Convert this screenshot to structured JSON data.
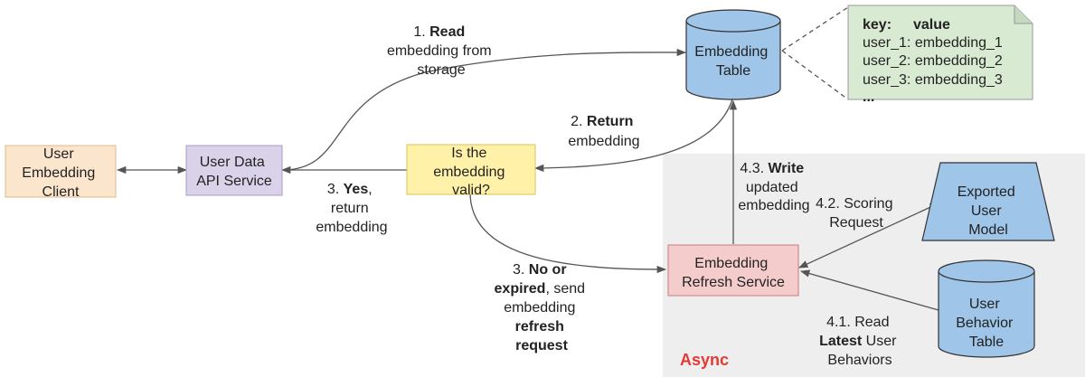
{
  "nodes": {
    "client": {
      "lines": [
        "User",
        "Embedding",
        "Client"
      ],
      "fill": "#fbe5cd",
      "stroke": "#e2b98a"
    },
    "api": {
      "lines": [
        "User Data",
        "API Service"
      ],
      "fill": "#d9d2e9",
      "stroke": "#a89ac8"
    },
    "valid": {
      "lines": [
        "Is the",
        "embedding",
        "valid?"
      ],
      "fill": "#fff2a8",
      "stroke": "#d9c35a"
    },
    "table": {
      "lines": [
        "Embedding",
        "Table"
      ],
      "fill": "#9fc5e8",
      "stroke": "#333333"
    },
    "refresh": {
      "lines": [
        "Embedding",
        "Refresh Service"
      ],
      "fill": "#f4cccc",
      "stroke": "#c97b7b"
    },
    "model": {
      "lines": [
        "Exported",
        "User",
        "Model"
      ],
      "fill": "#9fc5e8",
      "stroke": "#333333"
    },
    "behavior": {
      "lines": [
        "User",
        "Behavior",
        "Table"
      ],
      "fill": "#9fc5e8",
      "stroke": "#333333"
    }
  },
  "note": {
    "header_key": "key:",
    "header_value": "value",
    "rows": [
      "user_1: embedding_1",
      "user_2: embedding_2",
      "user_3: embedding_3",
      "..."
    ],
    "fill": "#d9ead3",
    "stroke": "#999999"
  },
  "labels": {
    "read": {
      "num": "1. ",
      "bold": "Read",
      "rest": [
        "embedding from",
        "storage"
      ]
    },
    "return": {
      "num": "2. ",
      "bold": "Return",
      "rest": [
        "embedding"
      ]
    },
    "yes": {
      "num": "3. ",
      "bold": "Yes",
      "tail": ",",
      "rest": [
        "return",
        "embedding"
      ]
    },
    "no": {
      "num": "3. ",
      "bold1": "No or",
      "bold2": "expired",
      "tail2": ", send",
      "line3": "embedding",
      "bold4": "refresh",
      "bold5": "request"
    },
    "write": {
      "num": "4.3. ",
      "bold": "Write",
      "rest": [
        "updated",
        "embedding"
      ]
    },
    "scoring": {
      "line1": "4.2. Scoring",
      "line2": "Request"
    },
    "latest": {
      "line1": "4.1. Read",
      "bold": "Latest",
      "tail": " User",
      "line3": "Behaviors"
    }
  },
  "async_region": {
    "label": "Async",
    "fill": "#eeeeee",
    "label_color": "#e53935"
  }
}
